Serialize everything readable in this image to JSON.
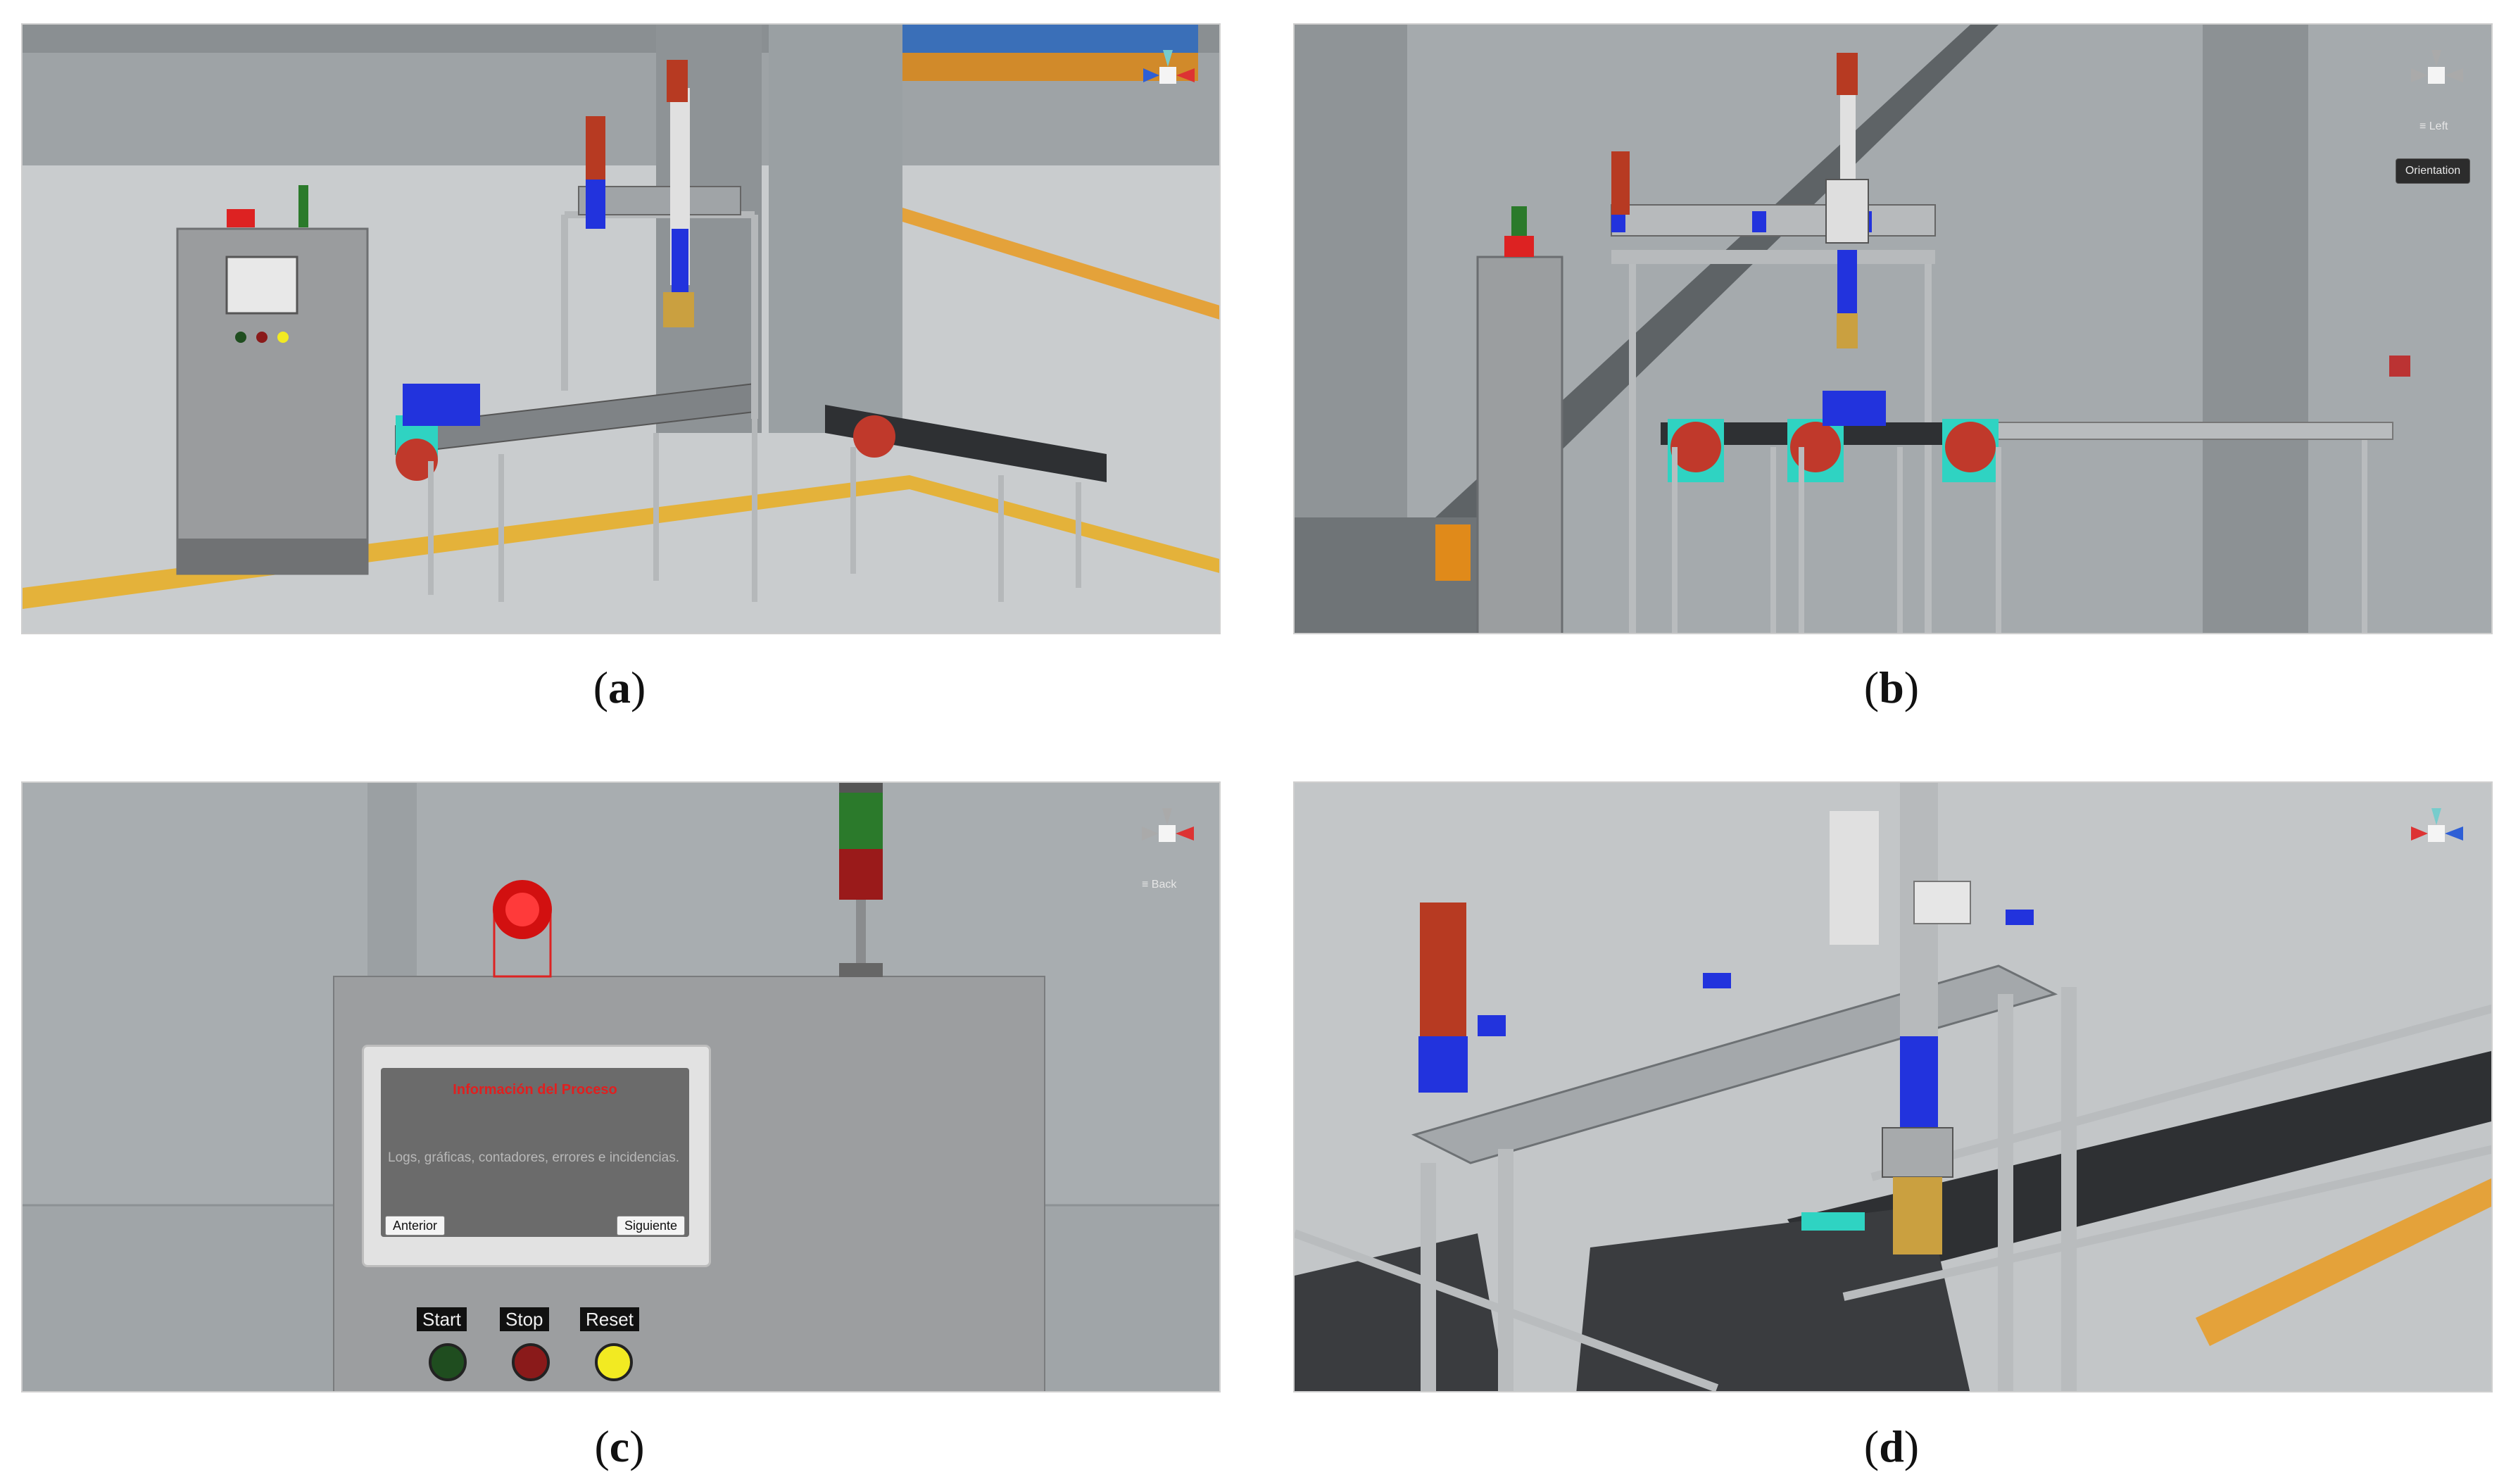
{
  "captions": {
    "a": "(a)",
    "b": "(b)",
    "c": "(c)",
    "d": "(d)"
  },
  "panel_b": {
    "gizmo_view_label": "≡ Left",
    "orientation_tooltip": "Orientation"
  },
  "panel_c": {
    "gizmo_view_label": "≡ Back",
    "hmi": {
      "title": "Información del Proceso",
      "body": "Logs, gráficas, contadores, errores e incidencias.",
      "prev_button": "Anterior",
      "next_button": "Siguiente"
    },
    "controls": {
      "start_label": "Start",
      "stop_label": "Stop",
      "reset_label": "Reset"
    }
  },
  "colors": {
    "start_button": "#1f4d1f",
    "stop_button": "#8a1a1a",
    "reset_button": "#f2ea22",
    "hmi_title": "#e02020",
    "accent_blue": "#2233dd",
    "motor_red": "#c0392b",
    "teal": "#2fd3c2"
  },
  "icons": [
    "scene-gizmo-icon",
    "emergency-stop-icon",
    "signal-tower-icon"
  ]
}
